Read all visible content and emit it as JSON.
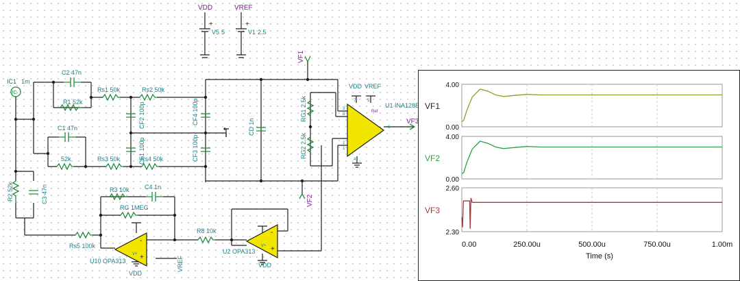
{
  "schematic": {
    "sources": [
      {
        "net": "VDD",
        "name": "V5",
        "value": "5"
      },
      {
        "net": "VREF",
        "name": "V1",
        "value": "2.5"
      }
    ],
    "current_source": {
      "name": "IC1",
      "value": "1m",
      "symbol": "IC"
    },
    "components": {
      "c2": "C2 47n",
      "r1": "R1 52k",
      "rs1": "Rs1 50k",
      "rs2": "Rs2 50k",
      "c1": "C1 47n",
      "r52k": "52k",
      "rs3": "Rs3 50k",
      "rs4": "Rs4 50k",
      "cf2": "CF2 100p",
      "cf1": "CF1 100p",
      "cf4": "CF4 100p",
      "cf3": "CF3 100p",
      "cd": "CD 1n",
      "rg1": "RG1 2.5k",
      "rg2": "RG2 2.5k",
      "r2": "R2 52k",
      "c3": "C3 47n",
      "r3": "R3 10k",
      "c4": "C4 1n",
      "rg": "RG 1MEG",
      "r8": "R8 10k",
      "rs5": "Rs5 100k"
    },
    "ic_labels": {
      "u1": "U1 INA128E",
      "u10": "U10 OPA313",
      "u2": "U2 OPA313",
      "u1_vdd": "VDD",
      "u1_vref": "VREF",
      "u10_vdd": "VDD",
      "u10_vref": "VREF",
      "u2_vdd": "VDD",
      "vplus": "V+",
      "ref": "Ref"
    },
    "nets": {
      "vf1": "VF1",
      "vf2": "VF2",
      "vf3": "VF3"
    },
    "pins": {
      "p1": "1",
      "p2": "2",
      "p3": "3",
      "p4": "4",
      "p5": "5",
      "p6": "6",
      "p7": "7",
      "p8": "8",
      "plus": "+",
      "minus": "-"
    }
  },
  "plot_panel": {
    "xlabel": "Time (s)",
    "x_ticks": [
      "0.00",
      "250.00u",
      "500.00u",
      "750.00u",
      "1.00m"
    ]
  },
  "chart_data": [
    {
      "type": "line",
      "series": [
        {
          "name": "VF1",
          "color": "#8c9e2b",
          "x": [
            0,
            7e-06,
            2e-05,
            4e-05,
            7e-05,
            0.0001,
            0.00013,
            0.00016,
            0.0002,
            0.00025,
            0.0003,
            0.0004,
            0.001
          ],
          "y": [
            0.5,
            0.6,
            1.6,
            2.8,
            3.55,
            3.35,
            3.0,
            2.85,
            2.95,
            3.05,
            3.0,
            3.0,
            3.0
          ]
        }
      ],
      "ylim": [
        0,
        4
      ],
      "y_ticks": [
        "0.00",
        "4.00"
      ]
    },
    {
      "type": "line",
      "series": [
        {
          "name": "VF2",
          "color": "#2ea043",
          "x": [
            0,
            7e-06,
            2e-05,
            4e-05,
            7e-05,
            0.0001,
            0.00013,
            0.00016,
            0.0002,
            0.00025,
            0.0003,
            0.0004,
            0.001
          ],
          "y": [
            0.5,
            0.6,
            1.6,
            2.8,
            3.55,
            3.35,
            3.0,
            2.85,
            2.95,
            3.05,
            3.0,
            3.0,
            3.0
          ]
        }
      ],
      "ylim": [
        0,
        4
      ],
      "y_ticks": [
        "0.00",
        "4.00"
      ]
    },
    {
      "type": "line",
      "series": [
        {
          "name": "VF3",
          "color": "#a33a3a",
          "x": [
            0,
            3e-06,
            6e-06,
            1e-05,
            2e-05,
            2.5e-05,
            3e-05,
            3.2e-05,
            3.5e-05,
            4e-05,
            0.001
          ],
          "y": [
            2.4,
            2.33,
            2.51,
            2.51,
            2.51,
            2.51,
            2.51,
            2.32,
            2.53,
            2.5,
            2.5
          ]
        }
      ],
      "ylim": [
        2.3,
        2.6
      ],
      "y_ticks": [
        "2.30",
        "2.60"
      ]
    }
  ]
}
